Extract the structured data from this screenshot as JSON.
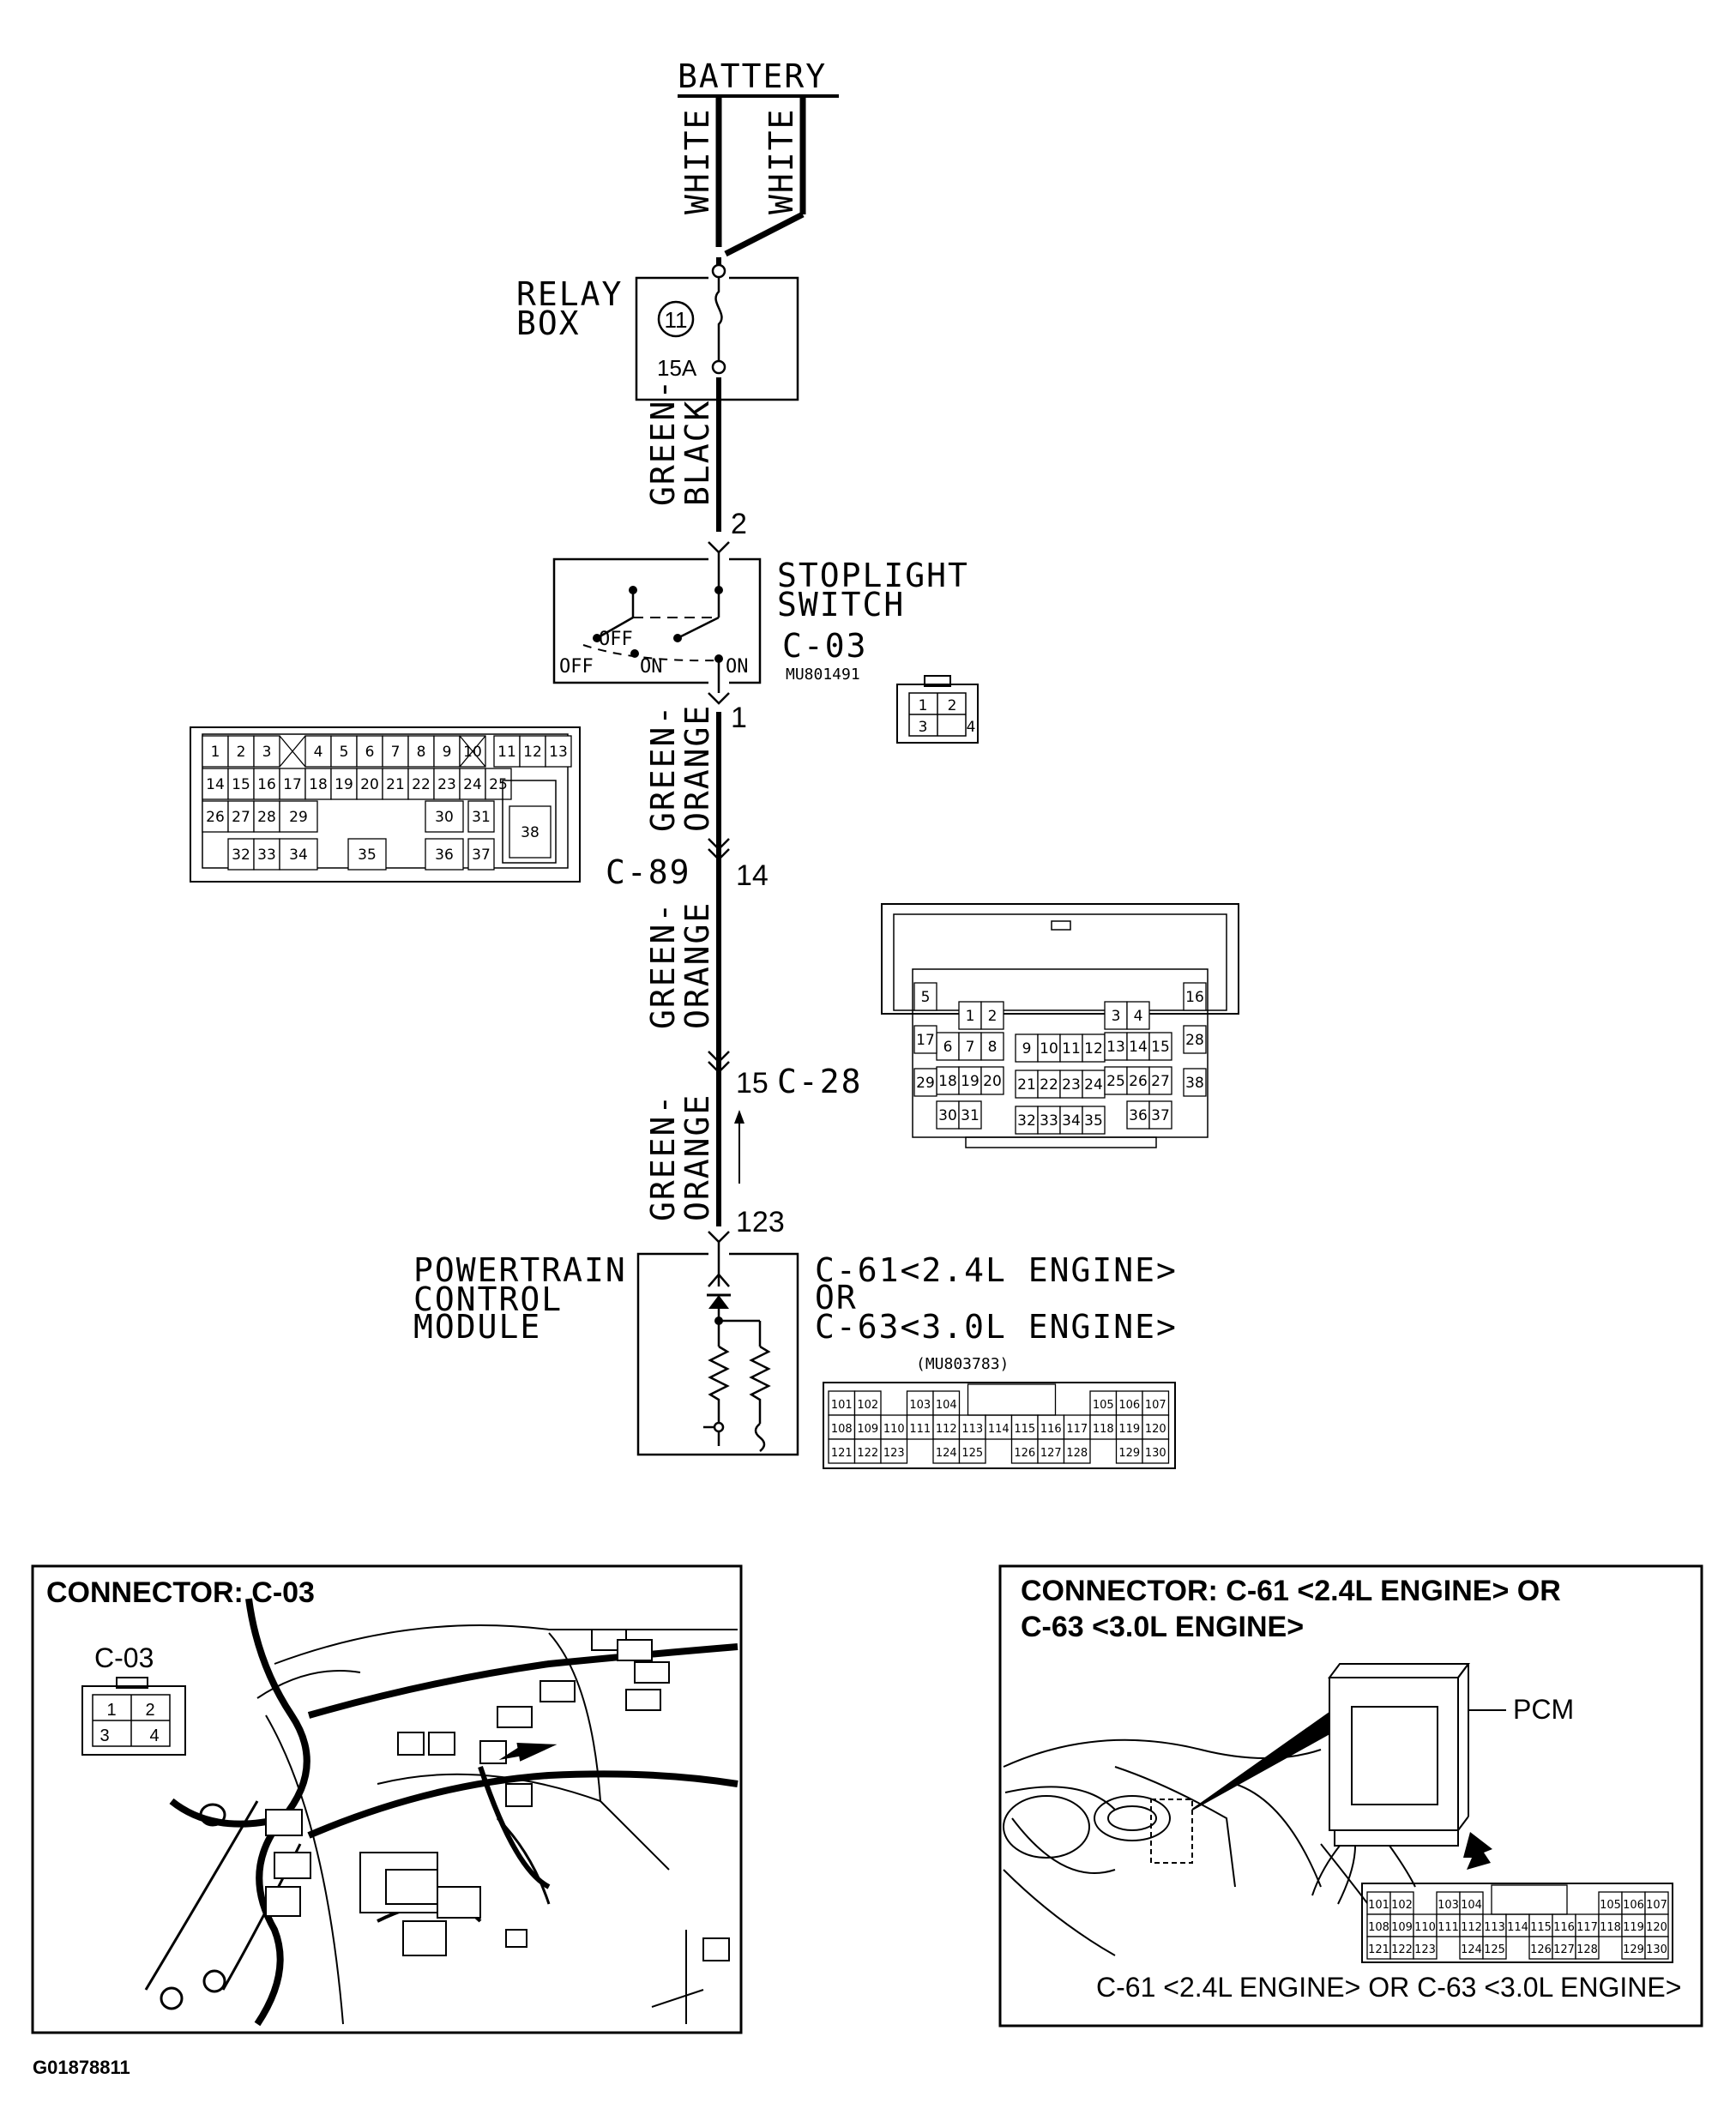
{
  "battery": "BATTERY",
  "wires": {
    "white_left": "WHITE",
    "white_right": "WHITE",
    "green_black_1": "GREEN-",
    "green_black_2": "BLACK",
    "go_a1": "GREEN-",
    "go_a2": "ORANGE",
    "go_b1": "GREEN-",
    "go_b2": "ORANGE",
    "go_c1": "GREEN-",
    "go_c2": "ORANGE"
  },
  "relay_box": {
    "line1": "RELAY",
    "line2": "BOX",
    "fuse_no": "11",
    "rating": "15A"
  },
  "stoplight": {
    "line1": "STOPLIGHT",
    "line2": "SWITCH",
    "connector": "C-03",
    "part": "MU801491",
    "pin_top": "2",
    "pin_bottom": "1",
    "off_left": "OFF",
    "on_mid": "ON",
    "off_mid": "OFF",
    "on_right": "ON",
    "pins": [
      "1",
      "2",
      "3",
      "4"
    ]
  },
  "c89": {
    "name": "C-89",
    "pin": "14",
    "rows": [
      [
        "1",
        "2",
        "3",
        "4",
        "5",
        "6",
        "7",
        "8",
        "9",
        "10",
        "11",
        "12",
        "13"
      ],
      [
        "14",
        "15",
        "16",
        "17",
        "18",
        "19",
        "20",
        "21",
        "22",
        "23",
        "24",
        "25"
      ],
      [
        "26",
        "27",
        "28",
        "29",
        "30",
        "31",
        "38"
      ],
      [
        "32",
        "33",
        "34",
        "35",
        "36",
        "37"
      ]
    ]
  },
  "c28": {
    "name": "C-28",
    "pin": "15",
    "rows": [
      [
        "1",
        "2",
        "3",
        "4"
      ],
      [
        "5",
        "6",
        "7",
        "8",
        "9",
        "10",
        "11",
        "12",
        "13",
        "14",
        "15",
        "16"
      ],
      [
        "17",
        "18",
        "19",
        "20",
        "21",
        "22",
        "23",
        "24",
        "25",
        "26",
        "27",
        "28"
      ],
      [
        "29",
        "30",
        "31",
        "32",
        "33",
        "34",
        "35",
        "36",
        "37",
        "38"
      ]
    ]
  },
  "pcm": {
    "line1": "POWERTRAIN",
    "line2": "CONTROL",
    "line3": "MODULE",
    "pin": "123",
    "conn1": "C-61<2.4L ENGINE>",
    "or": "OR",
    "conn2": "C-63<3.0L ENGINE>",
    "part": "(MU803783)",
    "rows": [
      [
        "101",
        "102",
        "103",
        "104",
        "105",
        "106",
        "107"
      ],
      [
        "108",
        "109",
        "110",
        "111",
        "112",
        "113",
        "114",
        "115",
        "116",
        "117",
        "118",
        "119",
        "120"
      ],
      [
        "121",
        "122",
        "123",
        "124",
        "125",
        "126",
        "127",
        "128",
        "129",
        "130"
      ]
    ]
  },
  "panel1": {
    "title": "CONNECTOR: C-03",
    "conn": "C-03",
    "pins": [
      "1",
      "2",
      "3",
      "4"
    ]
  },
  "panel2": {
    "title1": "CONNECTOR: C-61 <2.4L ENGINE> OR",
    "title2": "C-63 <3.0L ENGINE>",
    "pcm": "PCM",
    "caption": "C-61 <2.4L ENGINE> OR C-63 <3.0L ENGINE>"
  },
  "figure_id": "G01878811"
}
